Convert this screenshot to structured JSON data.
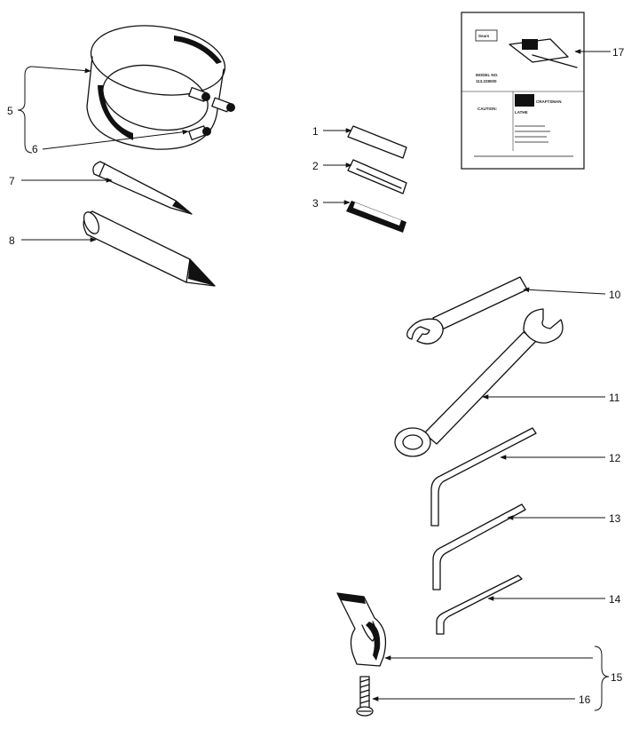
{
  "callouts": {
    "c1": "1",
    "c2": "2",
    "c3": "3",
    "c5": "5",
    "c6": "6",
    "c7": "7",
    "c8": "8",
    "c10": "10",
    "c11": "11",
    "c12": "12",
    "c13": "13",
    "c14": "14",
    "c15": "15",
    "c16": "16",
    "c17": "17"
  },
  "manual": {
    "brand": "Sears",
    "model_label": "MODEL NO.",
    "model_number": "113.228000",
    "caution": "CAUTION:",
    "craftsman": "CRAFTSMAN",
    "product": "LATHE"
  },
  "colors": {
    "ink": "#111111",
    "paper": "#ffffff"
  }
}
